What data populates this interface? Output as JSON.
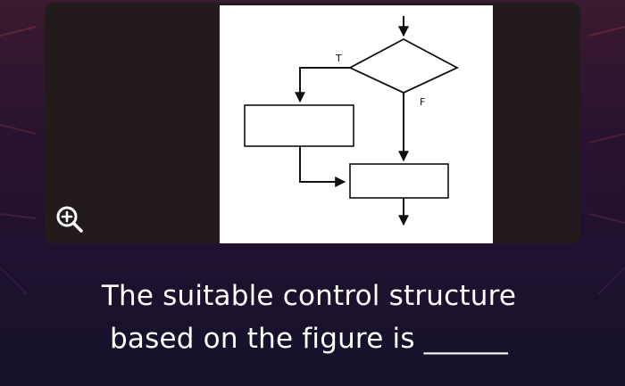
{
  "figure": {
    "true_label": "T",
    "false_label": "F"
  },
  "question": {
    "line1": "The suitable control structure",
    "line2": "based on the figure is ______"
  },
  "icons": {
    "zoom": "zoom-in-icon"
  },
  "colors": {
    "text": "#ffffff",
    "card": "#231a1c",
    "figure_bg": "#ffffff",
    "stroke": "#111111"
  }
}
